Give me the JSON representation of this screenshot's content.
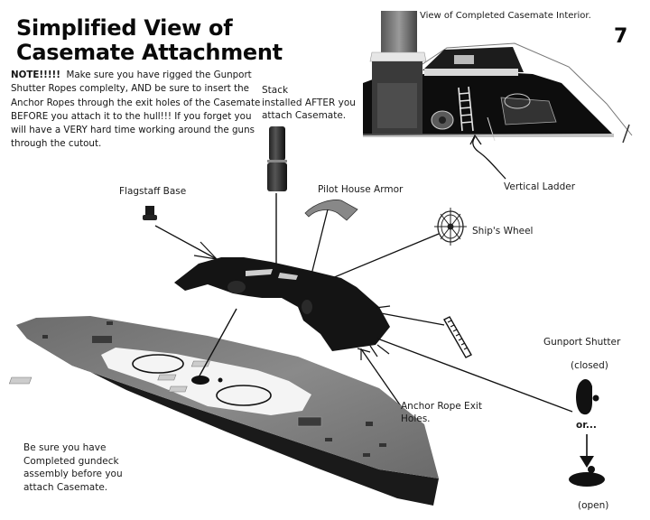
{
  "page": {
    "title_line1": "Simplified View of",
    "title_line2": "Casemate Attachment",
    "page_number": "7"
  },
  "note": {
    "lead": "NOTE!!!!!",
    "body": "Make sure you have rigged the Gunport Shutter Ropes complelty, AND be sure to insert the Anchor Ropes through the exit holes of the Casemate BEFORE you attach it to the hull!!! If you forget you will have a VERY hard time working around the guns through the cutout."
  },
  "labels": {
    "stack_line1": "Stack",
    "stack_line2": "installed AFTER you",
    "stack_line3": "attach Casemate.",
    "interior_view": "View of Completed Casemate Interior.",
    "vertical_ladder": "Vertical Ladder",
    "flagstaff_base": "Flagstaff Base",
    "pilot_house_armor": "Pilot House Armor",
    "ships_wheel": "Ship's Wheel",
    "gunport_shutter": "Gunport Shutter",
    "closed": "(closed)",
    "or": "or...",
    "open": "(open)",
    "anchor_line1": "Anchor Rope Exit",
    "anchor_line2": "Holes.",
    "gundeck_line1": "Be sure you have",
    "gundeck_line2": "Completed gundeck",
    "gundeck_line3": "assembly before you",
    "gundeck_line4": "attach Casemate."
  },
  "parts": [
    "stack",
    "flagstaff-base",
    "pilot-house-armor",
    "ships-wheel",
    "vertical-ladder",
    "casemate",
    "hull",
    "gunport-shutter-closed",
    "gunport-shutter-open"
  ]
}
